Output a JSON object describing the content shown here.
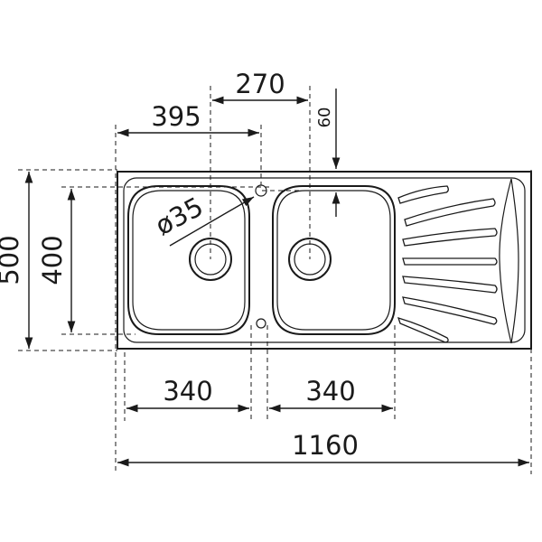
{
  "dimensions": {
    "total_width": "1160",
    "total_depth": "500",
    "bowl_depth": "400",
    "left_bowl_width": "340",
    "right_bowl_width": "340",
    "left_offset": "395",
    "drain_spacing": "270",
    "tap_hole_diameter": "ø35",
    "tap_offset": "60"
  },
  "colors": {
    "line": "#1a1a1a",
    "background": "#ffffff"
  }
}
